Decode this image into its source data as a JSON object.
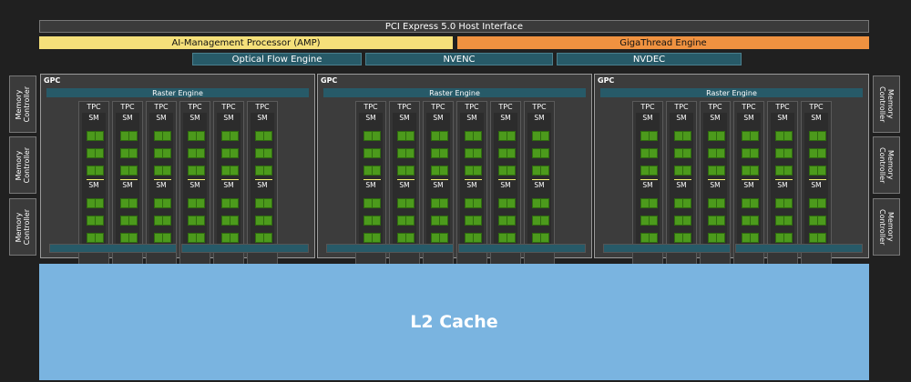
{
  "pcie": "PCI Express 5.0 Host Interface",
  "amp": "AI-Management Processor (AMP)",
  "gigathread": "GigaThread Engine",
  "engines": [
    "Optical Flow Engine",
    "NVENC",
    "NVDEC"
  ],
  "memory_controller": "Memory\nController",
  "gpc_label": "GPC",
  "raster_engine": "Raster Engine",
  "tpc_label": "TPC",
  "sm_label": "SM",
  "l2_cache": "L2 Cache",
  "colors": {
    "background": "#202020",
    "amp": "#f5e07a",
    "gigathread": "#f09240",
    "engine": "#275a68",
    "sm_core": "#4c9a1c",
    "texture_unit": "#f2f270",
    "l2_cache": "#7ab4e0"
  }
}
